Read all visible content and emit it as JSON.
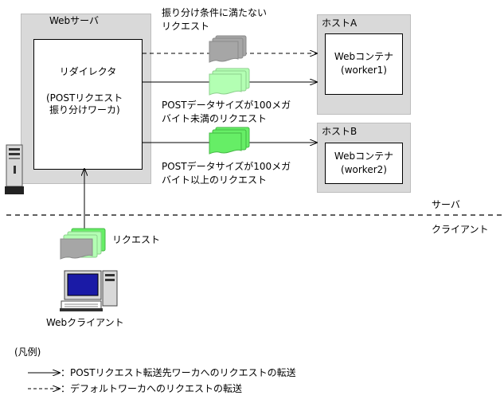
{
  "web_server": {
    "title": "Webサーバ",
    "redirector_line1": "リダイレクタ",
    "redirector_line2": "(POSTリクエスト",
    "redirector_line3": "振り分けワーカ)"
  },
  "host_a": {
    "title": "ホストA",
    "container_line1": "Webコンテナ",
    "container_line2": "(worker1)"
  },
  "host_b": {
    "title": "ホストB",
    "container_line1": "Webコンテナ",
    "container_line2": "(worker2)"
  },
  "labels": {
    "unmatched_line1": "振り分け条件に満たない",
    "unmatched_line2": "リクエスト",
    "under100_line1": "POSTデータサイズが100メガ",
    "under100_line2": "バイト未満のリクエスト",
    "over100_line1": "POSTデータサイズが100メガ",
    "over100_line2": "バイト以上のリクエスト",
    "server_side": "サーバ",
    "client_side": "クライアント",
    "request": "リクエスト",
    "web_client": "Webクライアント"
  },
  "legend": {
    "title": "(凡例)",
    "solid": "：POSTリクエスト転送先ワーカへのリクエストの転送",
    "dashed": "：デフォルトワーカへのリクエストの転送"
  },
  "colors": {
    "panel_gray": "#d9d9d9",
    "doc_gray": "#a6a6a6",
    "doc_light_green": "#b3ffb3",
    "doc_green": "#66ee66",
    "monitor_blue": "#1a1aa6"
  }
}
